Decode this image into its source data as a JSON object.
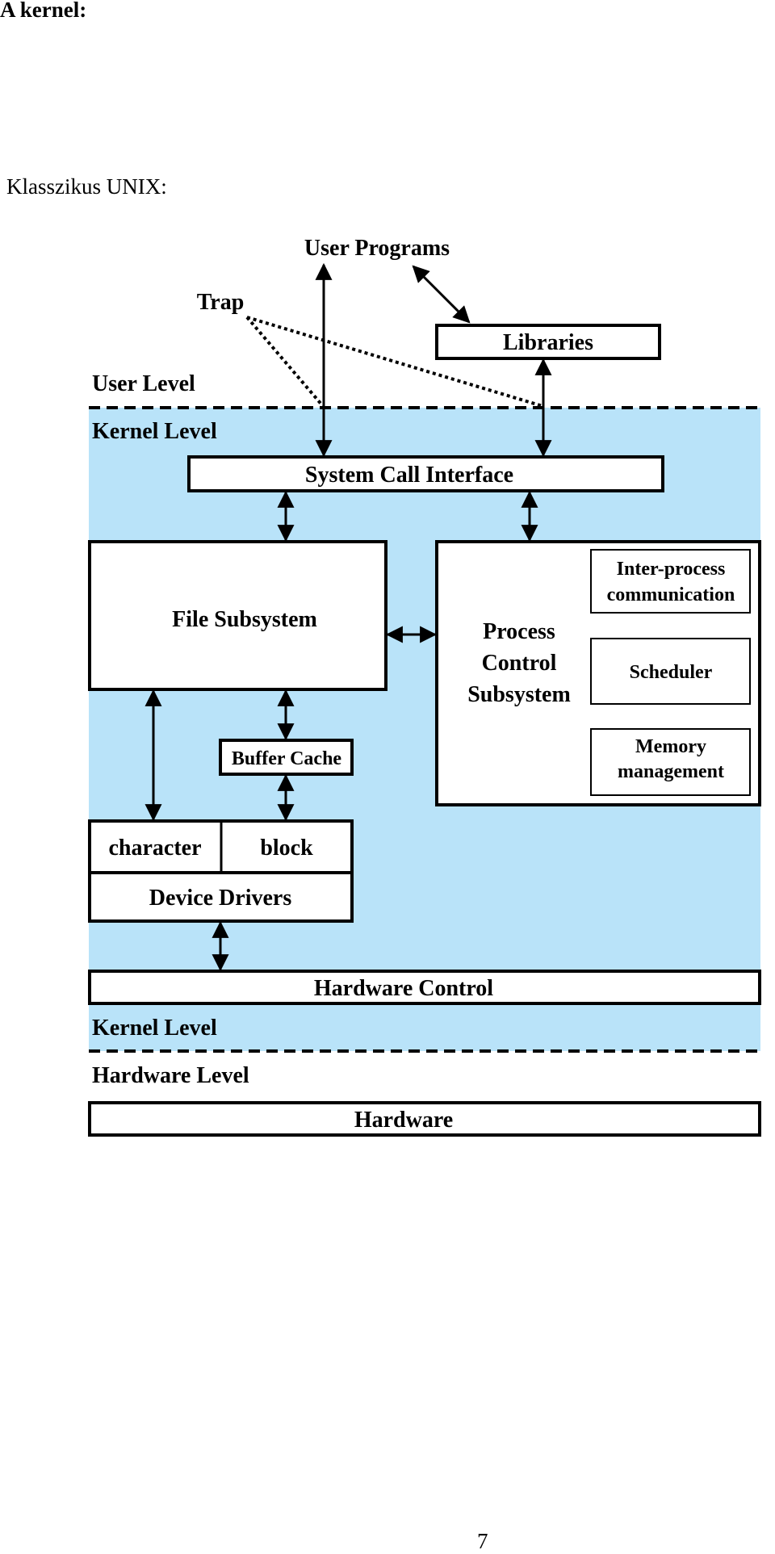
{
  "page": {
    "heading": "A kernel:",
    "subheading": "Klasszikus UNIX:",
    "page_number": "7"
  },
  "diagram": {
    "user_programs": "User Programs",
    "trap": "Trap",
    "libraries": "Libraries",
    "user_level": "User Level",
    "kernel_level_top": "Kernel Level",
    "system_call_interface": "System Call Interface",
    "file_subsystem": "File Subsystem",
    "process_control": [
      "Process",
      "Control",
      "Subsystem"
    ],
    "ipc": [
      "Inter-process",
      "communication"
    ],
    "scheduler": "Scheduler",
    "memory_management": [
      "Memory",
      "management"
    ],
    "buffer_cache": "Buffer Cache",
    "character": "character",
    "block": "block",
    "device_drivers": "Device Drivers",
    "hardware_control": "Hardware Control",
    "kernel_level_bottom": "Kernel Level",
    "hardware_level": "Hardware Level",
    "hardware": "Hardware",
    "colors": {
      "kernel_area": "#b9e3f9",
      "line": "#000000",
      "box_fill": "#ffffff"
    }
  }
}
